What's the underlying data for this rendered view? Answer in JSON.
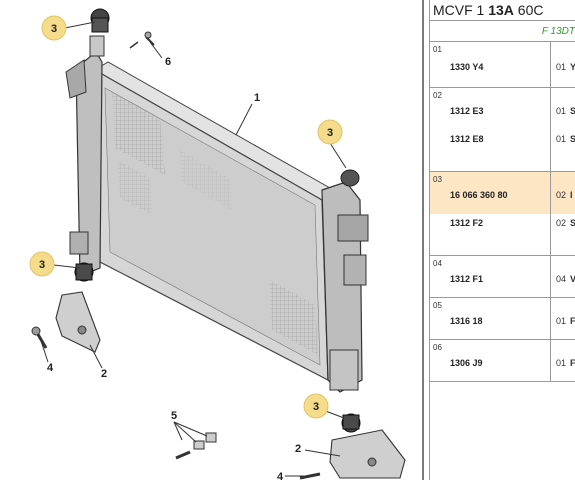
{
  "header": {
    "prefix": "MCVF 1 ",
    "code_bold": "13A",
    "suffix": " 60C"
  },
  "sub_header": "F 13DT",
  "callouts": {
    "c1": "1",
    "c2a": "2",
    "c2b": "2",
    "c3a": "3",
    "c3b": "3",
    "c3c": "3",
    "c3d": "3",
    "c4a": "4",
    "c4b": "4",
    "c5": "5",
    "c6": "6"
  },
  "groups": [
    {
      "num": "01",
      "rows": [
        {
          "ref": "1330 Y4",
          "qty": "01",
          "desc": "Y"
        }
      ]
    },
    {
      "num": "02",
      "rows": [
        {
          "ref": "1312 E3",
          "qty": "01",
          "desc": "S"
        },
        {
          "ref": "1312 E8",
          "qty": "01",
          "desc": "S"
        }
      ]
    },
    {
      "num": "03",
      "rows": [
        {
          "ref": "16 066 360 80",
          "qty": "02",
          "desc": "I",
          "highlight": true
        },
        {
          "ref": "1312 F2",
          "qty": "02",
          "desc": "S"
        }
      ]
    },
    {
      "num": "04",
      "rows": [
        {
          "ref": "1312 F1",
          "qty": "04",
          "desc": "V"
        }
      ]
    },
    {
      "num": "05",
      "rows": [
        {
          "ref": "1316 18",
          "qty": "01",
          "desc": "F"
        }
      ]
    },
    {
      "num": "06",
      "rows": [
        {
          "ref": "1306 J9",
          "qty": "01",
          "desc": "F"
        }
      ]
    }
  ]
}
